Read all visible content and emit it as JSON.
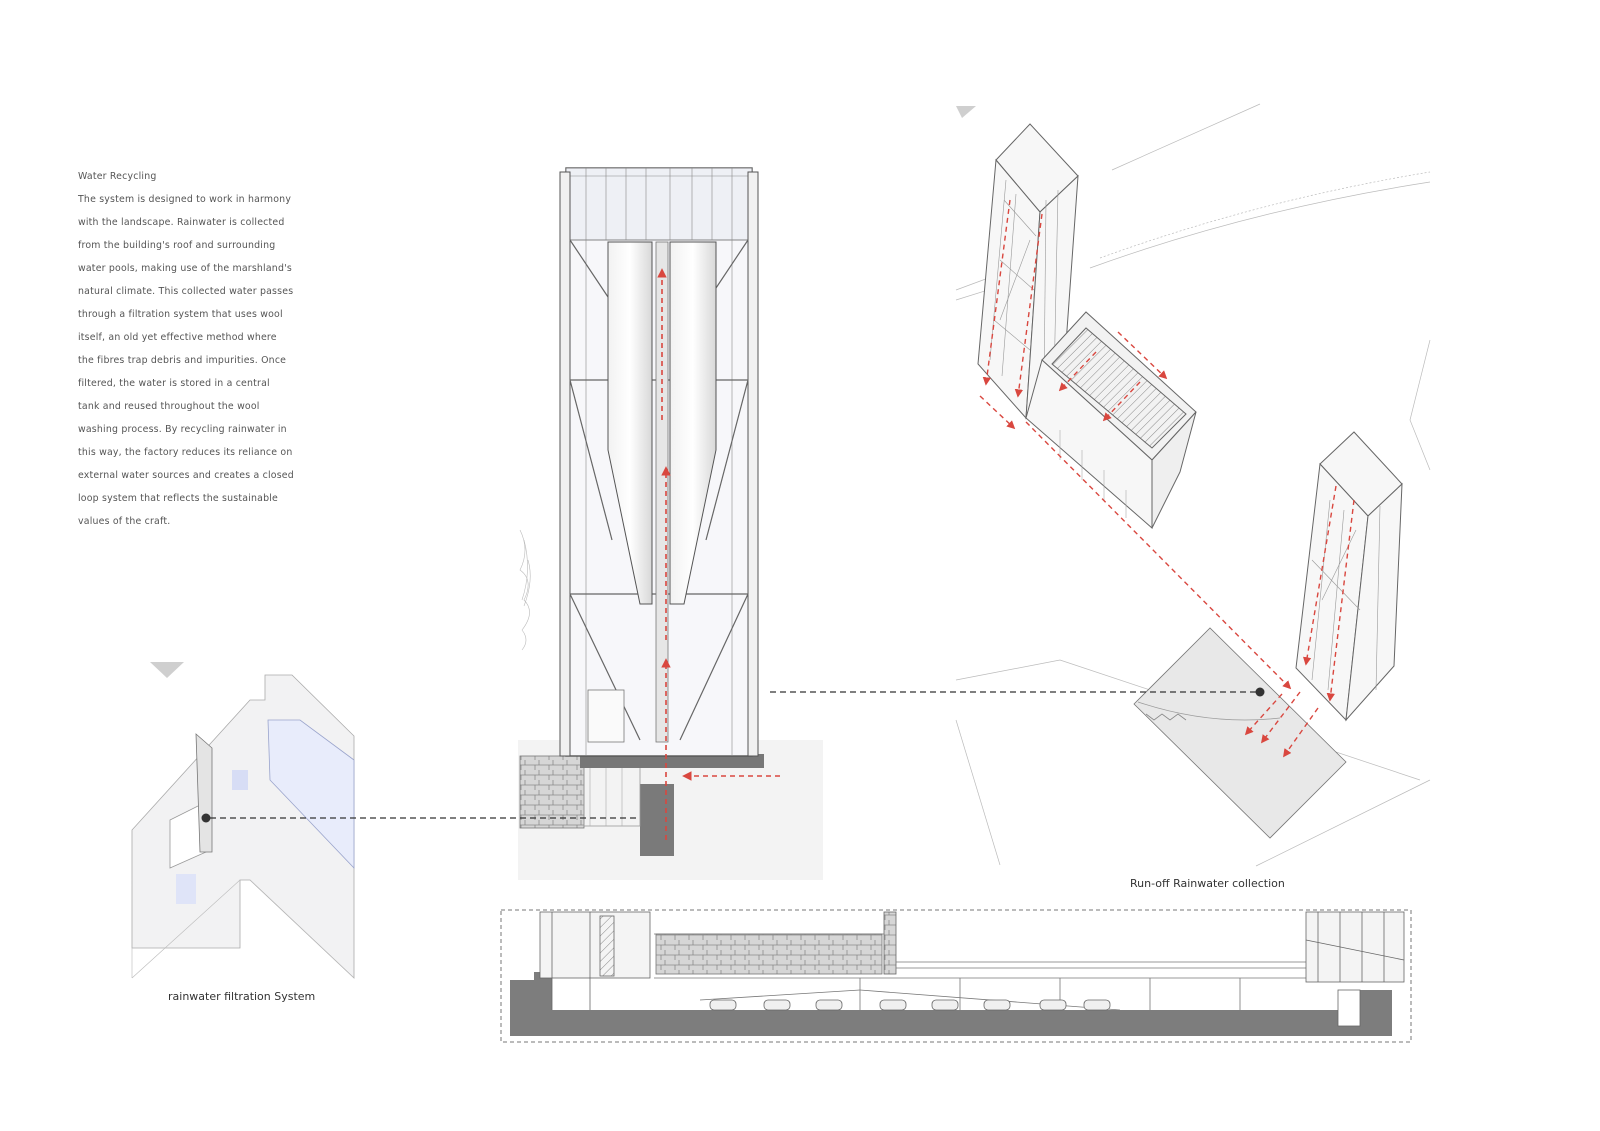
{
  "text": {
    "title": "Water Recycling",
    "lines": [
      "The system is designed to work in harmony",
      "with the landscape. Rainwater is collected",
      "from the building's roof and surrounding",
      "water pools, making use of the marshland's",
      "natural climate. This collected water passes",
      "through a filtration system that uses wool",
      "itself, an old yet effective method where",
      "the fibres trap debris and impurities. Once",
      "filtered, the water is stored in a central",
      "tank and reused throughout the wool",
      "washing process. By recycling rainwater in",
      "this way, the factory reduces its reliance on",
      "external water sources and creates a closed",
      "loop system that reflects the sustainable",
      "values of the craft."
    ]
  },
  "captions": {
    "filtration": "rainwater filtration System",
    "runoff": "Run-off Rainwater collection"
  },
  "colors": {
    "flow_arrow": "#d9473f",
    "line": "#555555",
    "ground": "#808080",
    "glass": "#eef0f8"
  }
}
